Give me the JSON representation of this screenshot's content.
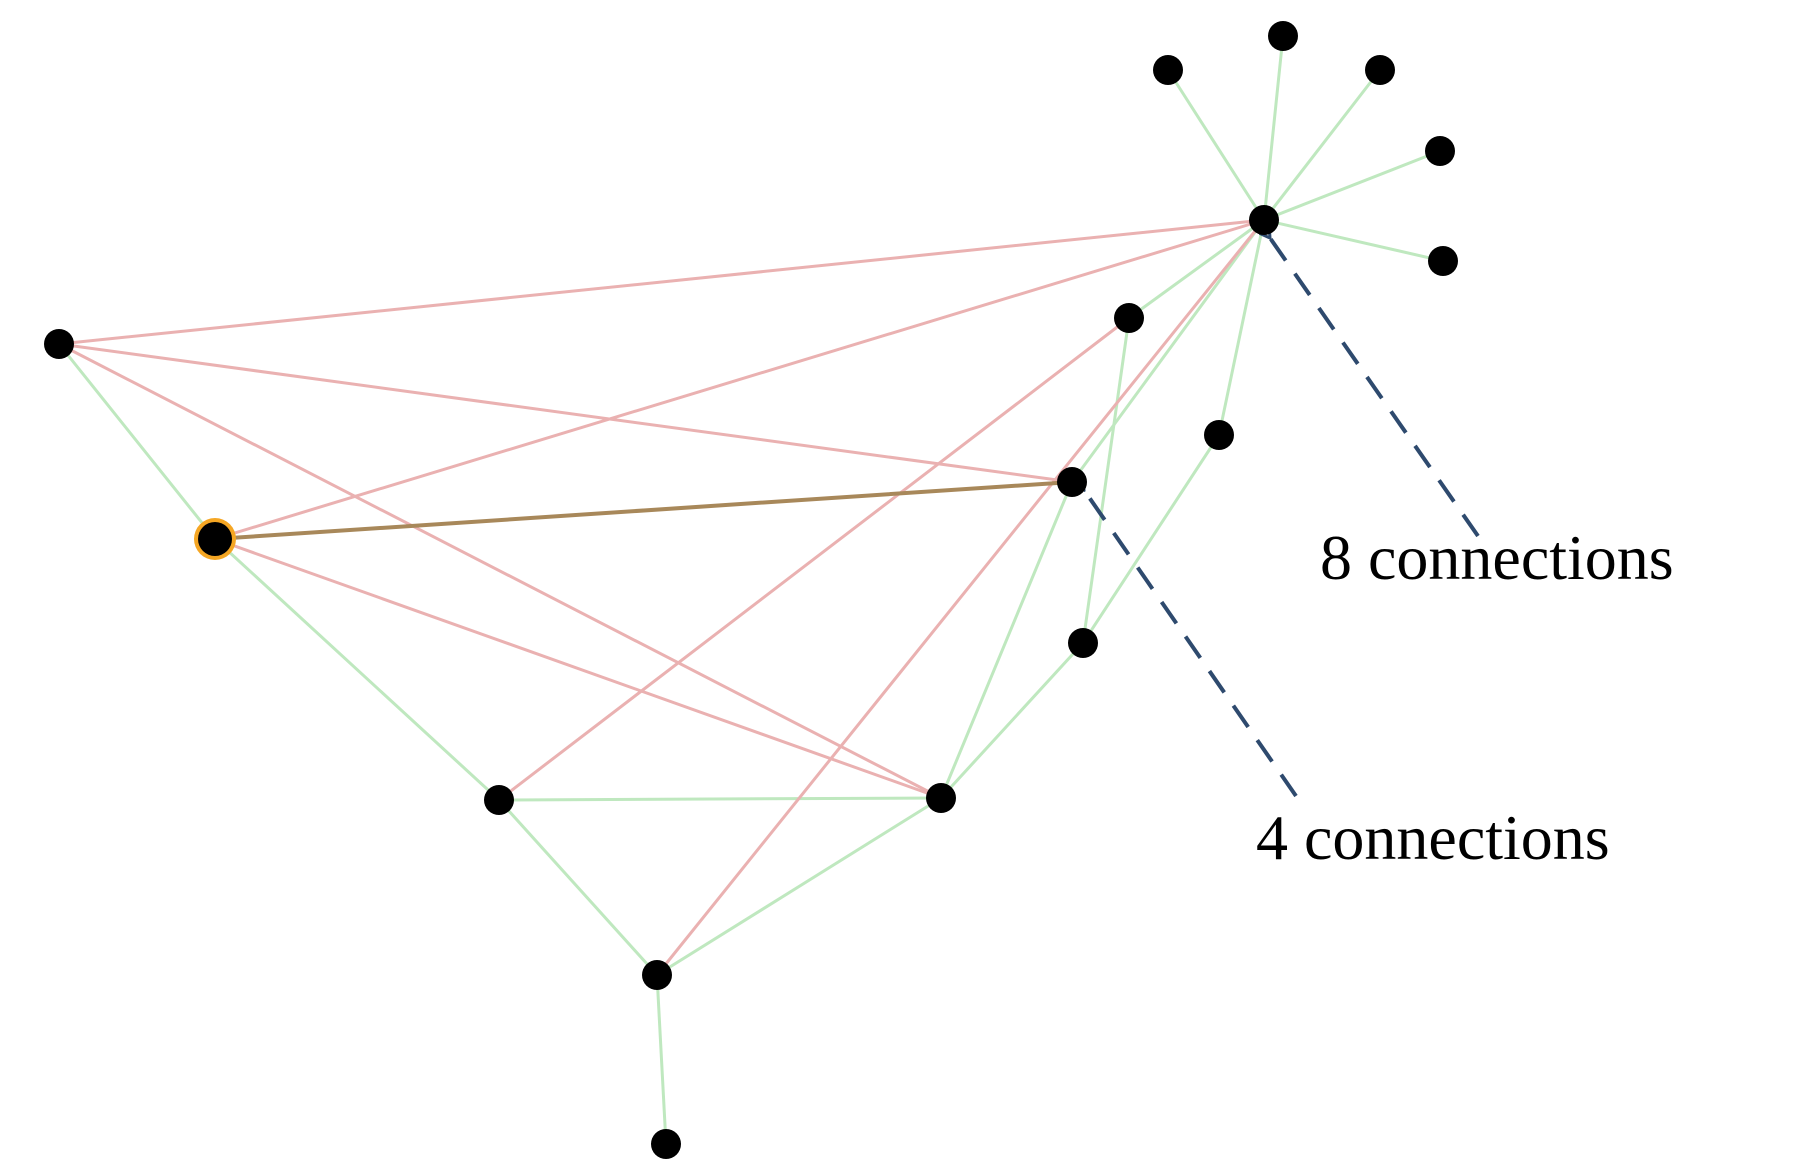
{
  "annotations": {
    "hub_label": "8 connections",
    "mid_label": "4 connections"
  },
  "colors": {
    "node": "#000000",
    "highlight_ring": "#f5a623",
    "green_edge": "#bfe8bf",
    "red_edge": "#eab1b1",
    "brown_edge": "#a8885a",
    "annotation_arrow": "#2e4a6e",
    "background": "#ffffff"
  },
  "graph": {
    "nodes": [
      {
        "id": "hub",
        "highlighted": false
      },
      {
        "id": "s1",
        "highlighted": false
      },
      {
        "id": "s2",
        "highlighted": false
      },
      {
        "id": "s3",
        "highlighted": false
      },
      {
        "id": "s4",
        "highlighted": false
      },
      {
        "id": "s5",
        "highlighted": false
      },
      {
        "id": "a",
        "highlighted": false
      },
      {
        "id": "b",
        "highlighted": false
      },
      {
        "id": "c",
        "highlighted": false
      },
      {
        "id": "d",
        "highlighted": false
      },
      {
        "id": "sel",
        "highlighted": true
      },
      {
        "id": "L",
        "highlighted": false
      },
      {
        "id": "m",
        "highlighted": false
      },
      {
        "id": "r",
        "highlighted": false
      },
      {
        "id": "bottom",
        "highlighted": false
      },
      {
        "id": "leaf",
        "highlighted": false
      }
    ],
    "edges": [
      {
        "from": "hub",
        "to": "s1",
        "kind": "green"
      },
      {
        "from": "hub",
        "to": "s2",
        "kind": "green"
      },
      {
        "from": "hub",
        "to": "s3",
        "kind": "green"
      },
      {
        "from": "hub",
        "to": "s4",
        "kind": "green"
      },
      {
        "from": "hub",
        "to": "s5",
        "kind": "green"
      },
      {
        "from": "hub",
        "to": "a",
        "kind": "green"
      },
      {
        "from": "hub",
        "to": "b",
        "kind": "green"
      },
      {
        "from": "hub",
        "to": "c",
        "kind": "green"
      },
      {
        "from": "b",
        "to": "d",
        "kind": "green"
      },
      {
        "from": "a",
        "to": "d",
        "kind": "green"
      },
      {
        "from": "L",
        "to": "sel",
        "kind": "green"
      },
      {
        "from": "sel",
        "to": "m",
        "kind": "green"
      },
      {
        "from": "m",
        "to": "r",
        "kind": "green"
      },
      {
        "from": "m",
        "to": "bottom",
        "kind": "green"
      },
      {
        "from": "r",
        "to": "bottom",
        "kind": "green"
      },
      {
        "from": "r",
        "to": "c",
        "kind": "green"
      },
      {
        "from": "r",
        "to": "d",
        "kind": "green"
      },
      {
        "from": "bottom",
        "to": "leaf",
        "kind": "green"
      },
      {
        "from": "L",
        "to": "hub",
        "kind": "red"
      },
      {
        "from": "L",
        "to": "c",
        "kind": "red"
      },
      {
        "from": "L",
        "to": "r",
        "kind": "red"
      },
      {
        "from": "sel",
        "to": "hub",
        "kind": "red"
      },
      {
        "from": "sel",
        "to": "r",
        "kind": "red"
      },
      {
        "from": "m",
        "to": "a",
        "kind": "red"
      },
      {
        "from": "bottom",
        "to": "hub",
        "kind": "red"
      },
      {
        "from": "sel",
        "to": "c",
        "kind": "brown"
      }
    ]
  }
}
